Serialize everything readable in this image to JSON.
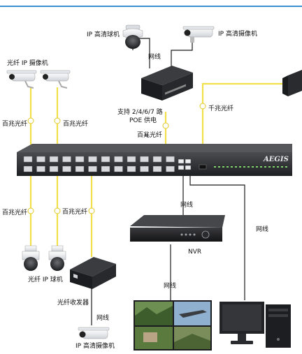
{
  "labels": {
    "ip_dome_top": "IP 高清球机",
    "ip_cam_top": "IP 高清摄像机",
    "fiber_ip_cam": "光纤 IP 摄像机",
    "net_cable_top": "网线",
    "poe_support_1": "支持 2/4/6/7 路",
    "poe_support_2": "POE 供电",
    "fiber_100m_mid": "百兆光纤",
    "fiber_100m_left1": "百兆光纤",
    "fiber_100m_left2": "百兆光纤",
    "fiber_1000m": "千兆光纤",
    "fiber_100m_bottom1": "百兆光纤",
    "fiber_100m_bottom2": "百兆光纤",
    "net_cable_nvr": "网线",
    "net_cable_right": "网线",
    "nvr": "NVR",
    "net_cable_monitor": "网线",
    "fiber_ip_dome": "光纤 IP 球机",
    "fiber_transceiver": "光纤收发器",
    "net_cable_bottom": "网线",
    "ip_cam_bottom": "IP 高清摄像机"
  },
  "switch_brand": "AEGIS",
  "colors": {
    "fiber": "#f2e04a",
    "ethernet": "#1a1a1a",
    "switch_body": "#2e3034",
    "header_bar": "#3a8fcf"
  }
}
